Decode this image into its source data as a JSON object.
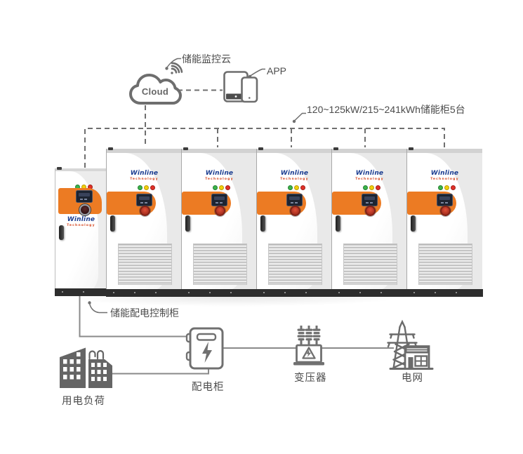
{
  "annotations": {
    "cloud_label": "储能监控云",
    "app_label": "APP",
    "storage_row_label": "120~125kW/215~241kWh储能柜5台",
    "control_cabinet_label": "储能配电控制柜"
  },
  "cloud": {
    "text": "Cloud"
  },
  "cabinet_brand": {
    "logo": "Winline",
    "tagline": "Technology"
  },
  "storage_cabinet_count": 5,
  "flow": {
    "load_label": "用电负荷",
    "distribution_label": "配电柜",
    "transformer_label": "变压器",
    "grid_label": "电网"
  },
  "colors": {
    "accent_orange": "#EC7B23",
    "logo_blue": "#1B3D91",
    "logo_tagline_red": "#D5451F",
    "indicator_green": "#3AB54A",
    "indicator_yellow": "#F2CF0C",
    "indicator_red": "#E23128",
    "line_gray": "#6F6F6F",
    "icon_gray": "#6B6B6B",
    "cabinet_base_dark": "#2D2D2D"
  }
}
